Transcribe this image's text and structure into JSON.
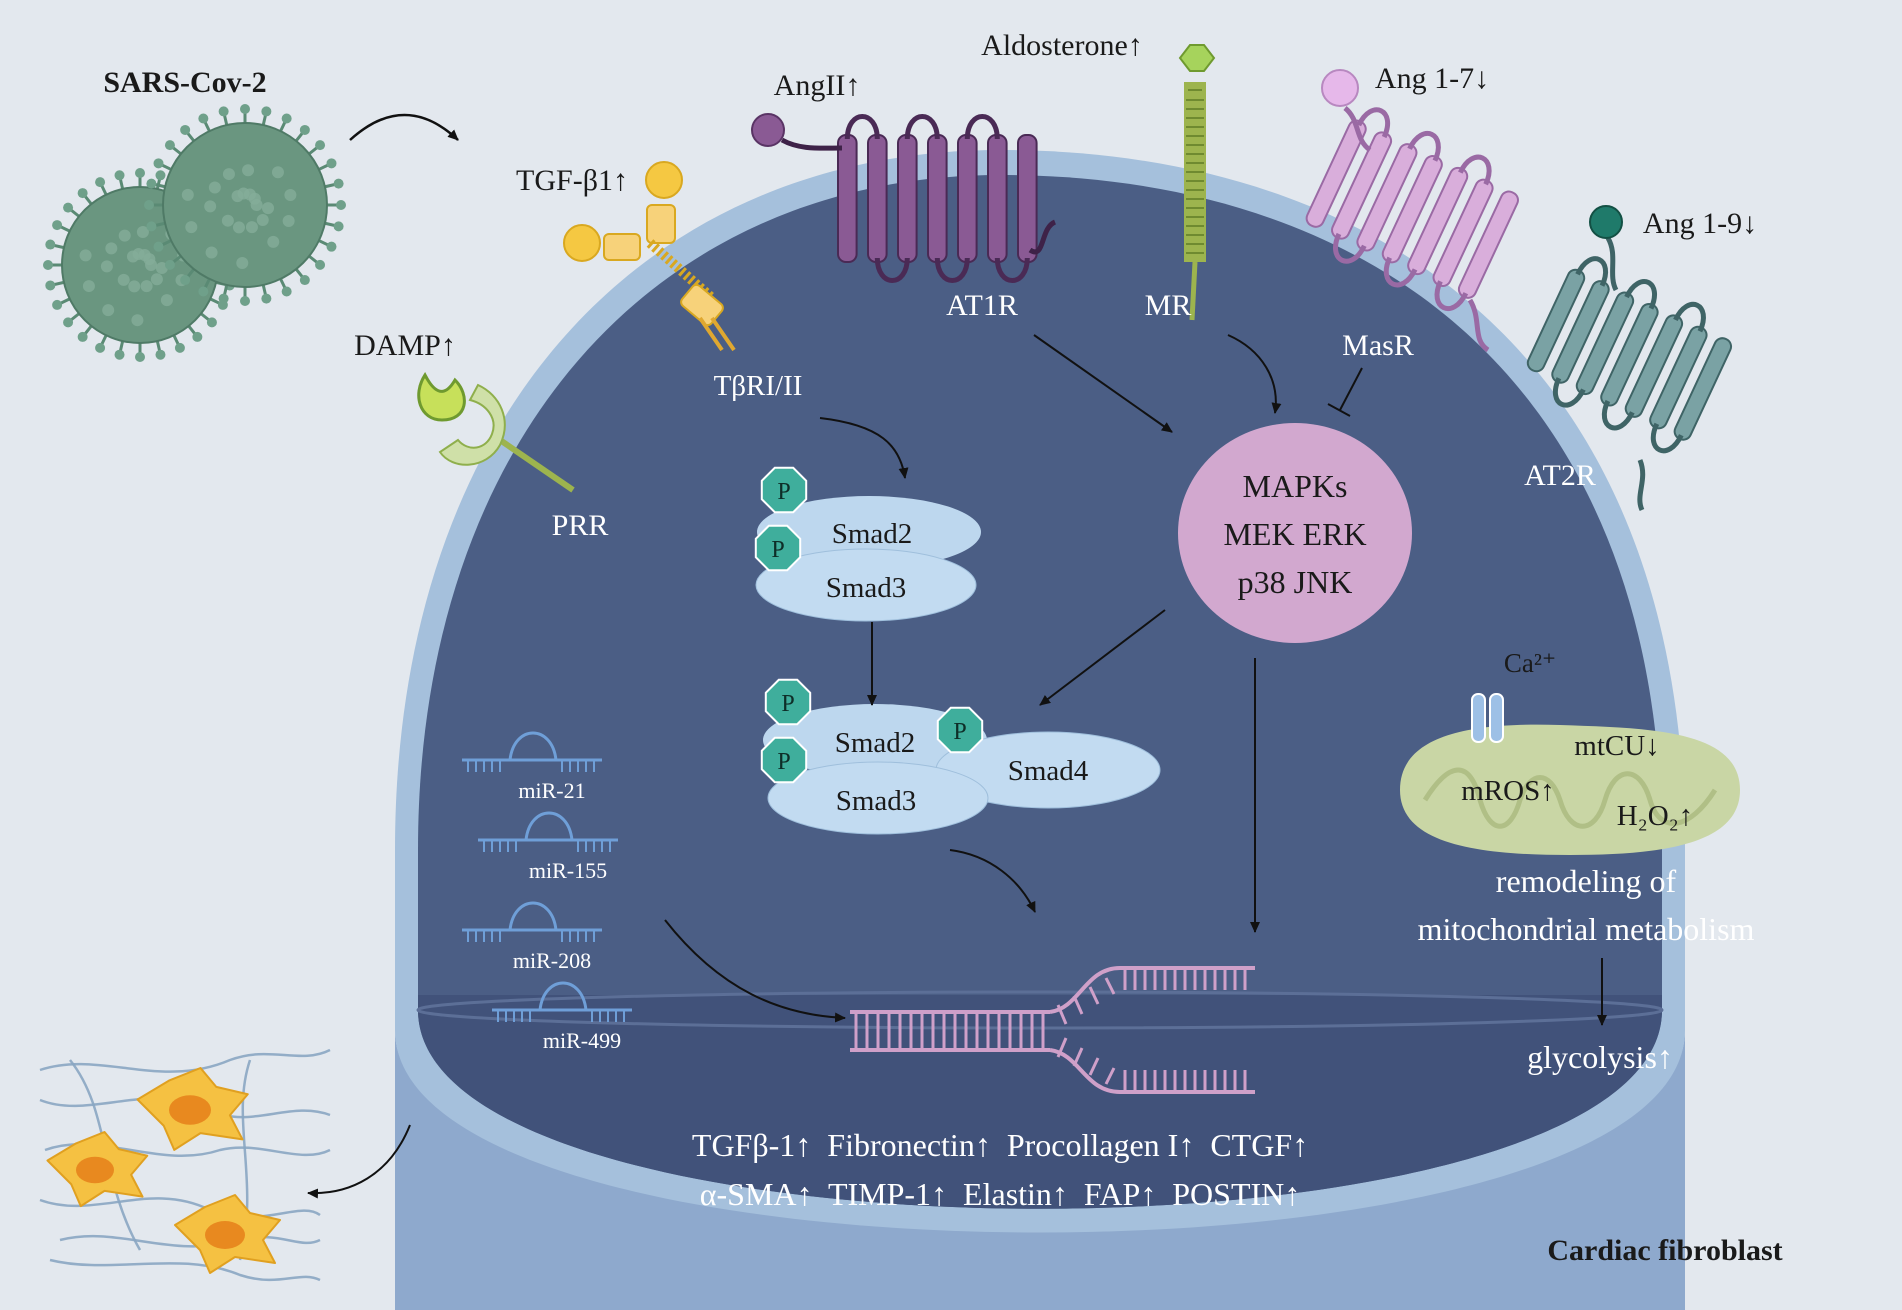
{
  "virus": {
    "label": "SARS-Cov-2"
  },
  "ligands": {
    "tgf": "TGF-β1↑",
    "angii": "AngII↑",
    "aldosterone": "Aldosterone↑",
    "ang17": "Ang 1-7↓",
    "ang19": "Ang 1-9↓",
    "damp": "DAMP↑"
  },
  "receptors": {
    "tbr": "TβRI/II",
    "at1r": "AT1R",
    "mr": "MR",
    "masr": "MasR",
    "at2r": "AT2R",
    "prr": "PRR"
  },
  "phospho": "P",
  "smads": {
    "upper": {
      "smad2": "Smad2",
      "smad3": "Smad3"
    },
    "lower": {
      "smad2": "Smad2",
      "smad3": "Smad3",
      "smad4": "Smad4"
    }
  },
  "mapk": {
    "line1": "MAPKs",
    "line2": "MEK ERK",
    "line3": "p38 JNK"
  },
  "mirnas": [
    "miR-21",
    "miR-155",
    "miR-208",
    "miR-499"
  ],
  "mito": {
    "ca": "Ca²⁺",
    "mtcu": "mtCU↓",
    "mros": "mROS↑",
    "h2o2": "H₂O₂↑",
    "caption1": "remodeling of",
    "caption2": "mitochondrial metabolism",
    "glycolysis": "glycolysis↑"
  },
  "genes": {
    "row1": "TGFβ-1↑  Fibronectin↑  Procollagen I↑  CTGF↑",
    "row2": "α-SMA↑  TIMP-1↑  Elastin↑  FAP↑  POSTIN↑"
  },
  "cell_label": "Cardiac fibroblast",
  "colors": {
    "background": "#e3e8ee",
    "cytoplasm": "#4b5e85",
    "nucleus_band": "#41527a",
    "membrane": "#a5c0dc",
    "mapk_circle": "#d2a8cf",
    "smad": "#bdd7ee",
    "phospho": "#3fae9c",
    "tgf_ligand": "#f5c842",
    "at1r": "#7d4e86",
    "masr": "#c69ac9",
    "at2r": "#5f8b8d",
    "mr": "#9db44e",
    "prr": "#9db44e",
    "mito": "#c9d6a5",
    "dna": "#cfa0c9",
    "mirna": "#6f9fd8",
    "virus": "#6a9680"
  }
}
